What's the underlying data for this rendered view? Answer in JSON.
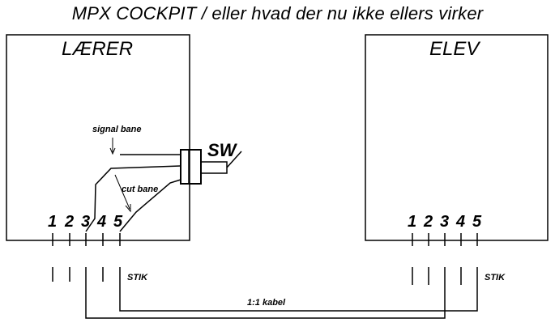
{
  "title": "MPX COCKPIT / eller hvad der nu ikke ellers virker",
  "teacher": {
    "label": "LÆRER",
    "pins": [
      "1",
      "2",
      "3",
      "4",
      "5"
    ],
    "signal_label": "signal bane",
    "cut_label": "cut bane",
    "switch_label": "SW",
    "plug_label": "STIK"
  },
  "student": {
    "label": "ELEV",
    "pins": [
      "1",
      "2",
      "3",
      "4",
      "5"
    ],
    "plug_label": "STIK"
  },
  "cable_label": "1:1 kabel"
}
